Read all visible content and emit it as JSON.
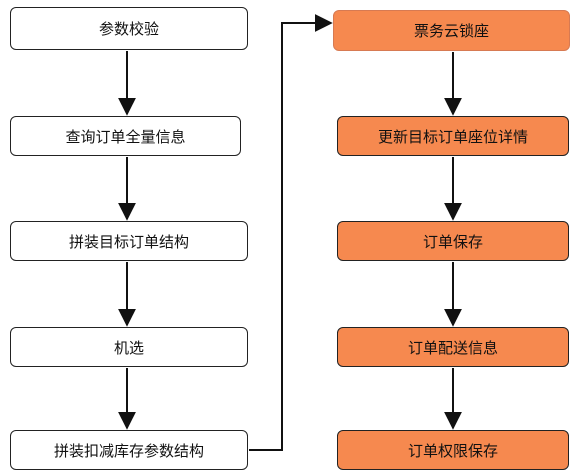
{
  "left_column": {
    "steps": [
      "参数校验",
      "查询订单全量信息",
      "拼装目标订单结构",
      "机选",
      "拼装扣减库存参数结构"
    ]
  },
  "right_column": {
    "steps": [
      "票务云锁座",
      "更新目标订单座位详情",
      "订单保存",
      "订单配送信息",
      "订单权限保存"
    ]
  },
  "colors": {
    "left_fill": "#ffffff",
    "right_fill": "#f6894f",
    "border": "#222222",
    "arrow": "#111111"
  }
}
